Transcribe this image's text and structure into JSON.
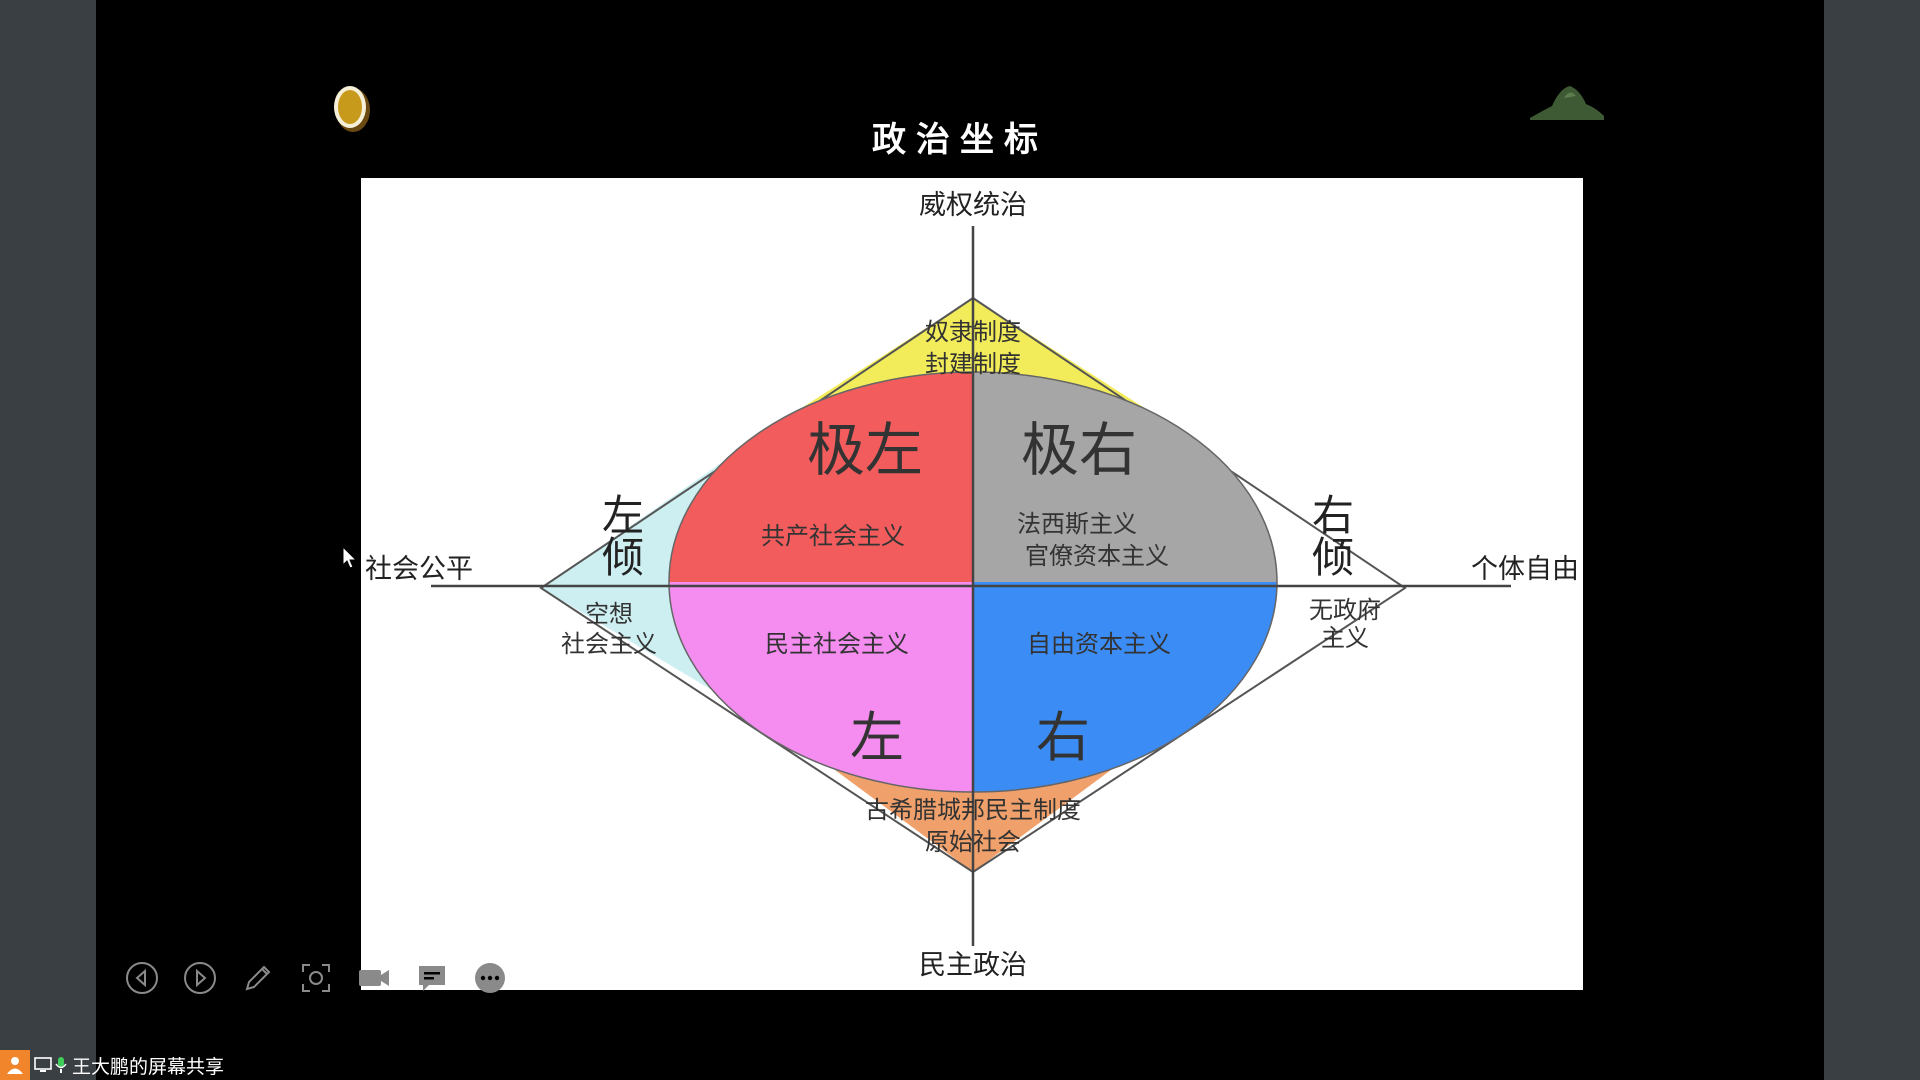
{
  "slide": {
    "title": "政治坐标"
  },
  "diagram": {
    "axis_top": "威权统治",
    "axis_bottom": "民主政治",
    "axis_left": "社会公平",
    "axis_right": "个体自由",
    "top_region": [
      "奴隶制度",
      "封建制度"
    ],
    "bottom_region": [
      "古希腊城邦民主制度",
      "原始社会"
    ],
    "left_lean": [
      "左",
      "倾"
    ],
    "right_lean": [
      "右",
      "倾"
    ],
    "left_outer": [
      "空想",
      "社会主义"
    ],
    "right_outer": [
      "无政府",
      "主义"
    ],
    "q_top_left_title": "极左",
    "q_top_left_text": "共产社会主义",
    "q_top_right_title": "极右",
    "q_top_right_text": [
      "法西斯主义",
      "官僚资本主义"
    ],
    "q_bottom_left_title": "左",
    "q_bottom_left_text": "民主社会主义",
    "q_bottom_right_title": "右",
    "q_bottom_right_text": "自由资本主义",
    "colors": {
      "top_left": "#f25c5c",
      "top_right": "#a6a6a6",
      "bottom_left": "#f58cf0",
      "bottom_right": "#3b8cf5",
      "top_tri": "#f3ec5a",
      "bottom_tri": "#f0a06a",
      "side_left": "#cdeff2",
      "side_right": "#ffffff"
    }
  },
  "share": {
    "label": "王大鹏的屏幕共享"
  }
}
